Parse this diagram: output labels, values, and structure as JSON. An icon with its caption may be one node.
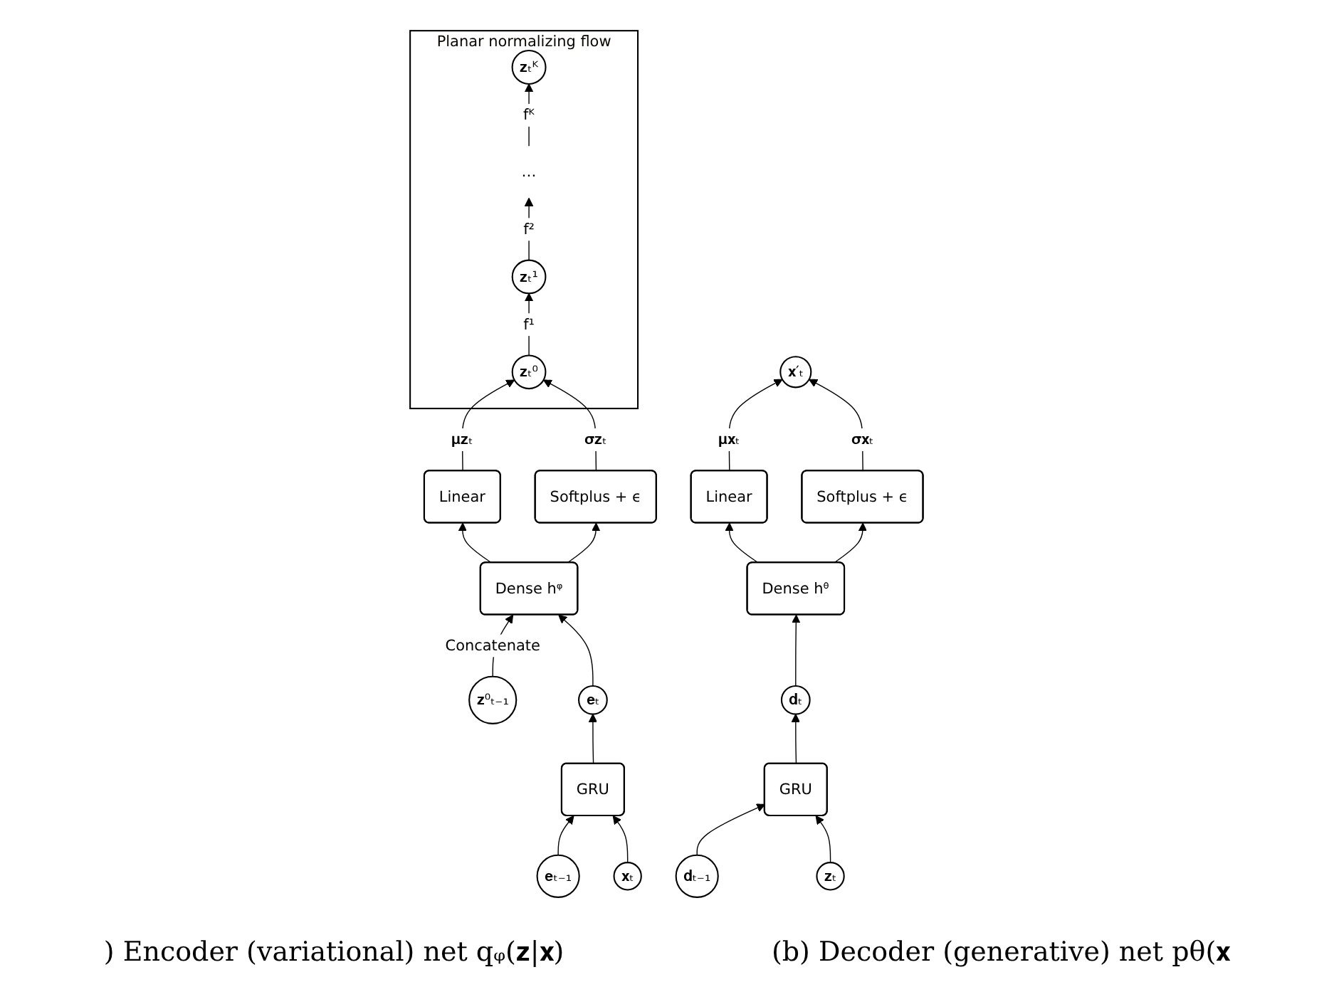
{
  "diagram": {
    "nodes": [
      {
        "text": [
          "Planar normalizing flow"
        ]
      },
      {
        "text": [
          "𝐳ₜ⁰"
        ],
        "in": 0
      },
      {
        "text": [
          "𝐳ₜ¹"
        ],
        "in": 0
      },
      {
        "text": [
          "…"
        ],
        "in": 0
      },
      {
        "text": [
          "𝐳ₜᴷ"
        ],
        "in": 0
      },
      {
        "text": [
          "Linear"
        ]
      },
      {
        "text": [
          "Softplus + ϵ"
        ]
      },
      {
        "text": [
          "Dense hᵠ"
        ]
      },
      {
        "text": [
          "𝐳⁰ₜ₋₁"
        ]
      },
      {
        "text": [
          "𝐞ₜ"
        ]
      },
      {
        "text": [
          "𝐞ₜ₋₁"
        ]
      },
      {
        "text": [
          "GRU"
        ]
      },
      {
        "text": [
          "𝐱ₜ"
        ]
      },
      {
        "text": [
          "𝐱′ₜ"
        ]
      },
      {
        "text": [
          "Linear"
        ]
      },
      {
        "text": [
          "Softplus + ϵ"
        ]
      },
      {
        "text": [
          "Dense hᶿ"
        ]
      },
      {
        "text": [
          "𝐝ₜ"
        ]
      },
      {
        "text": [
          "𝐝ₜ₋₁"
        ]
      },
      {
        "text": [
          "GRU"
        ]
      },
      {
        "text": [
          "𝐳ₜ"
        ]
      }
    ],
    "edges": [
      {
        "from": 1,
        "to": 2,
        "arrow": "to",
        "label": "f¹"
      },
      {
        "from": 2,
        "to": 3,
        "arrow": "to",
        "label": "f²"
      },
      {
        "from": 3,
        "to": 4,
        "arrow": "to",
        "label": "fᴷ"
      },
      {
        "from": 5,
        "to": 1,
        "arrow": "to",
        "label": "𝛍𝐳ₜ"
      },
      {
        "from": 6,
        "to": 1,
        "arrow": "to",
        "label": "𝛔𝐳ₜ"
      },
      {
        "from": 7,
        "to": 5,
        "arrow": "to"
      },
      {
        "from": 7,
        "to": 6,
        "arrow": "to"
      },
      {
        "from": 8,
        "to": 7,
        "arrow": "to",
        "label": "Concatenate"
      },
      {
        "from": 9,
        "to": 7,
        "arrow": "to"
      },
      {
        "from": 11,
        "to": 9,
        "arrow": "to"
      },
      {
        "from": 10,
        "to": 11,
        "arrow": "to"
      },
      {
        "from": 12,
        "to": 11,
        "arrow": "to"
      },
      {
        "from": 14,
        "to": 13,
        "arrow": "to",
        "label": "𝛍𝐱ₜ"
      },
      {
        "from": 15,
        "to": 13,
        "arrow": "to",
        "label": "𝛔𝐱ₜ"
      },
      {
        "from": 16,
        "to": 14,
        "arrow": "to"
      },
      {
        "from": 16,
        "to": 15,
        "arrow": "to"
      },
      {
        "from": 17,
        "to": 16,
        "arrow": "to"
      },
      {
        "from": 19,
        "to": 17,
        "arrow": "to"
      },
      {
        "from": 18,
        "to": 19,
        "arrow": "to"
      },
      {
        "from": 20,
        "to": 19,
        "arrow": "to"
      }
    ],
    "labels": [
      ") Encoder (variational) net qᵩ(𝐳|𝐱)",
      "(b) Decoder (generative) net pθ(𝐱"
    ]
  }
}
